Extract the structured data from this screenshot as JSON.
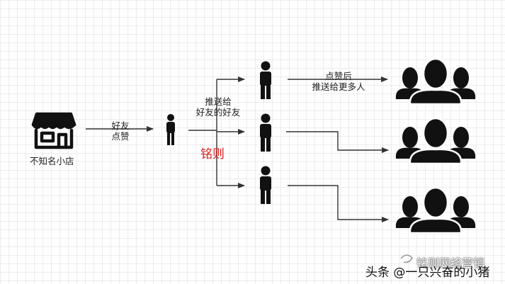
{
  "labels": {
    "store": "不知名小店",
    "step1_line1": "好友",
    "step1_line2": "点赞",
    "step2_line1": "推送给",
    "step2_line2": "好友的好友",
    "step3_line1": "点赞后",
    "step3_line2": "推送给更多人",
    "overlay_mark": "铭则"
  },
  "watermark": {
    "main": "头条 @一只兴奋的小猪",
    "sub": "铭则网络营销"
  },
  "icons": {
    "store": "storefront-icon",
    "person": "person-icon",
    "group": "group-icon"
  },
  "colors": {
    "line": "#333333",
    "icon": "#111111",
    "accent": "#e02020"
  }
}
